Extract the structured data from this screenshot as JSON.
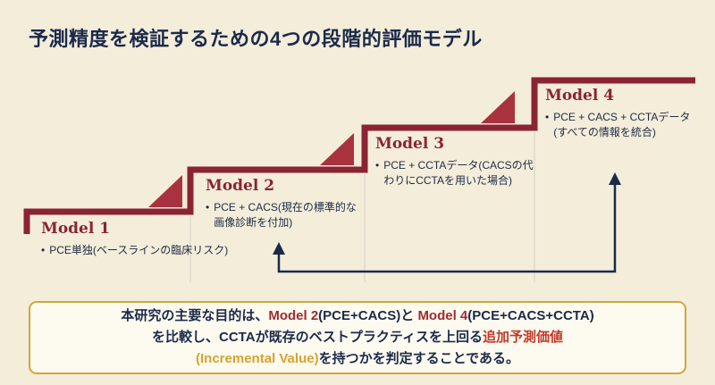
{
  "slide": {
    "title": "予測精度を検証するための4つの段階的評価モデル",
    "models": [
      {
        "name": "Model 1",
        "desc": "PCE単独(ベースラインの臨床リスク)"
      },
      {
        "name": "Model 2",
        "desc": "PCE + CACS(現在の標準的な画像診断を付加)"
      },
      {
        "name": "Model 3",
        "desc": "PCE + CCTAデータ(CACSの代わりにCCTAを用いた場合)"
      },
      {
        "name": "Model 4",
        "desc": "PCE + CACS + CCTAデータ(すべての情報を統合)"
      }
    ],
    "summary": {
      "segments": [
        {
          "text": "本研究の主要な目的は、",
          "style": "navy"
        },
        {
          "text": "Model 2",
          "style": "maroon"
        },
        {
          "text": "(PCE+CACS)と ",
          "style": "navy"
        },
        {
          "text": "Model 4",
          "style": "maroon"
        },
        {
          "text": "(PCE+CACS+CCTA)",
          "style": "navy"
        },
        {
          "text": "を比較し、CCTAが既存のベストプラクティスを上回る",
          "style": "navy"
        },
        {
          "text": "追加予測価値",
          "style": "red"
        },
        {
          "text": "(Incremental Value)",
          "style": "gold"
        },
        {
          "text": "を持つかを判定することである。",
          "style": "navy"
        }
      ]
    },
    "colors": {
      "background": "#f3edda",
      "title_navy": "#1b2a4a",
      "stair_maroon": "#8a2433",
      "triangle_red": "#a8333f",
      "box_border_gold": "#d2a63c",
      "highlight_red": "#c0392b",
      "highlight_gold": "#d8a32e"
    }
  }
}
